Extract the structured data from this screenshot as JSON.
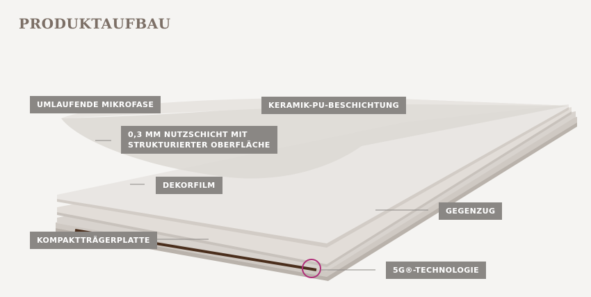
{
  "title": "PRODUKTAUFBAU",
  "labels": {
    "microbevel": "UMLAUFENDE MIKROFASE",
    "wear_layer_1": "0,3 MM NUTZSCHICHT MIT",
    "wear_layer_2": "STRUKTURIERTER OBERFLÄCHE",
    "decor_film": "DEKORFILM",
    "core_board": "KOMPAKTTRÄGERPLATTE",
    "ceramic_coating": "KERAMIK-PU-BESCHICHTUNG",
    "backing": "GEGENZUG",
    "tech": "5G®-TECHNOLOGIE"
  },
  "colors": {
    "label_bg": "#8a8784",
    "title": "#7c6f66",
    "highlight_circle": "#b0307a",
    "core_dark": "#4a2e1c"
  }
}
